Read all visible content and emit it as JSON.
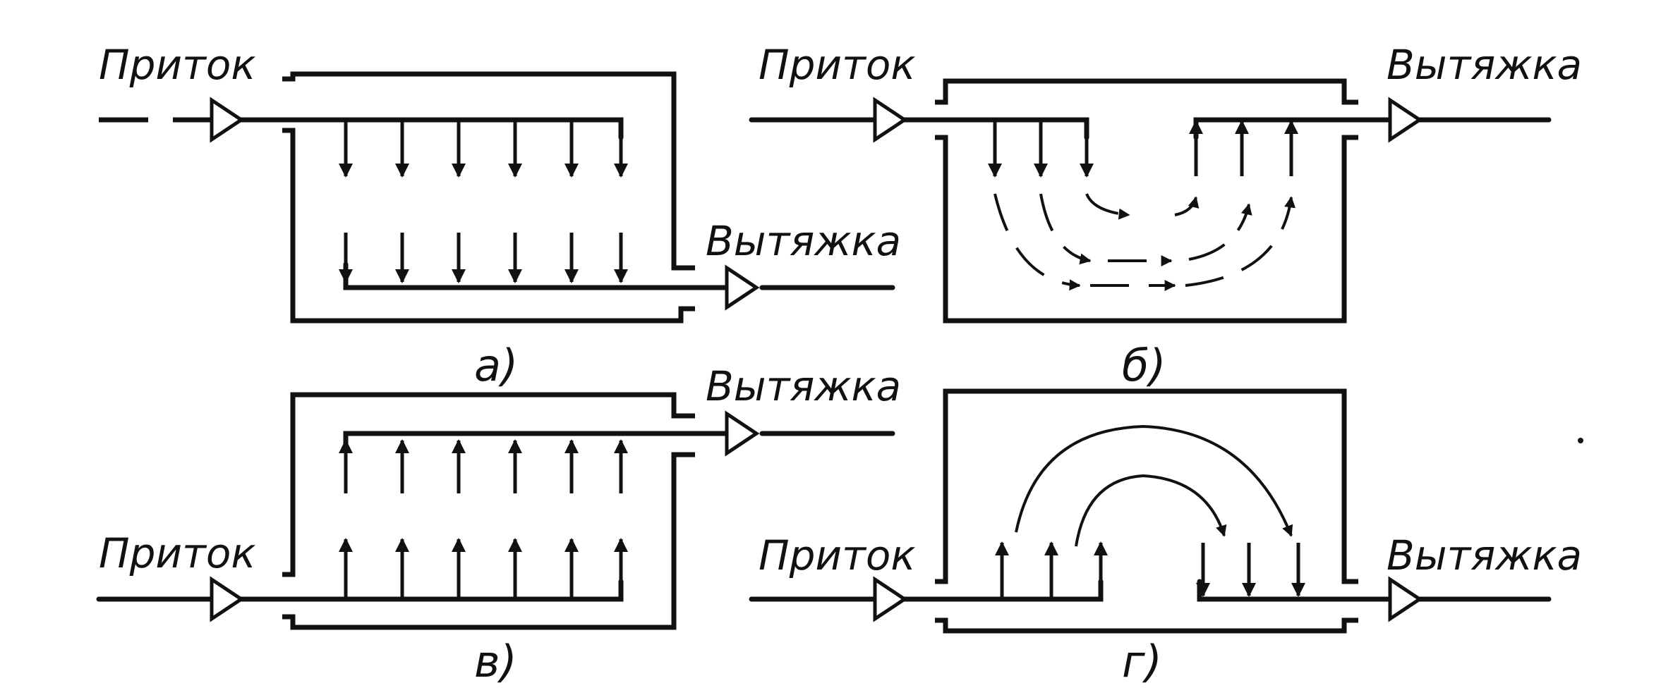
{
  "labels": {
    "inflow": "Приток",
    "exhaust": "Вытяжка"
  },
  "captions": {
    "a": "а)",
    "b": "б)",
    "v": "в)",
    "g": "г)"
  }
}
